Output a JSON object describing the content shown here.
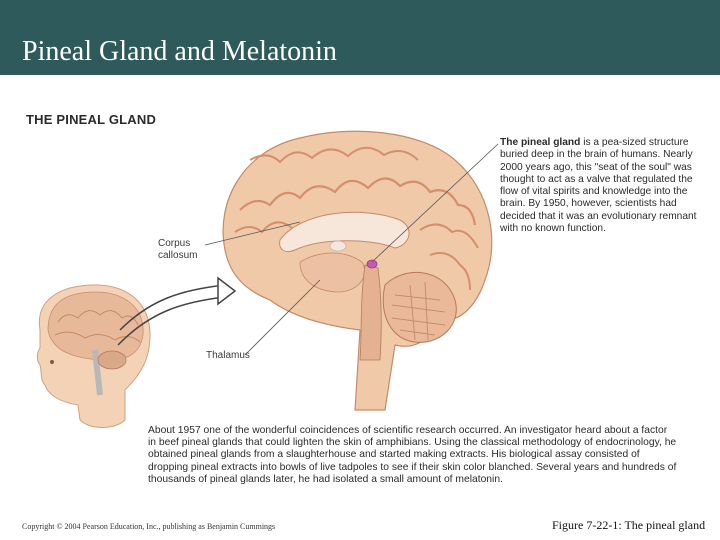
{
  "slide": {
    "title": "Pineal Gland and Melatonin",
    "heading": "THE PINEAL GLAND",
    "labels": {
      "corpus_line1": "Corpus",
      "corpus_line2": "callosum",
      "thalamus": "Thalamus"
    },
    "sidebar": {
      "bold_lead": "The pineal gland",
      "body": " is a pea-sized structure buried deep in the brain of humans. Nearly 2000 years ago, this \"seat of the soul\" was thought to act as a valve that regulated the flow of vital spirits and knowledge into the brain. By 1950, however, scientists had decided that it was an evolutionary remnant with no known function."
    },
    "bottom_paragraph": "About 1957 one of the wonderful coincidences of scientific research occurred. An investigator heard about a factor in beef pineal glands that could lighten the skin of amphibians. Using the classical methodology of endocrinology, he obtained pineal glands from a slaughterhouse and started making extracts. His biological assay consisted of dropping pineal extracts into bowls of live tadpoles to see if their skin color blanched. Several years and hundreds of thousands of pineal glands later, he had isolated a small amount of melatonin.",
    "copyright": "Copyright © 2004 Pearson Education, Inc., publishing as Benjamin Cummings",
    "caption": "Figure 7-22-1: The pineal gland"
  },
  "colors": {
    "title_bar": "#2f5a5c",
    "brain_tissue": "#f0c9a8",
    "brain_fold": "#d99a78",
    "pineal": "#c65ab0",
    "skin": "#f3d2b6"
  }
}
